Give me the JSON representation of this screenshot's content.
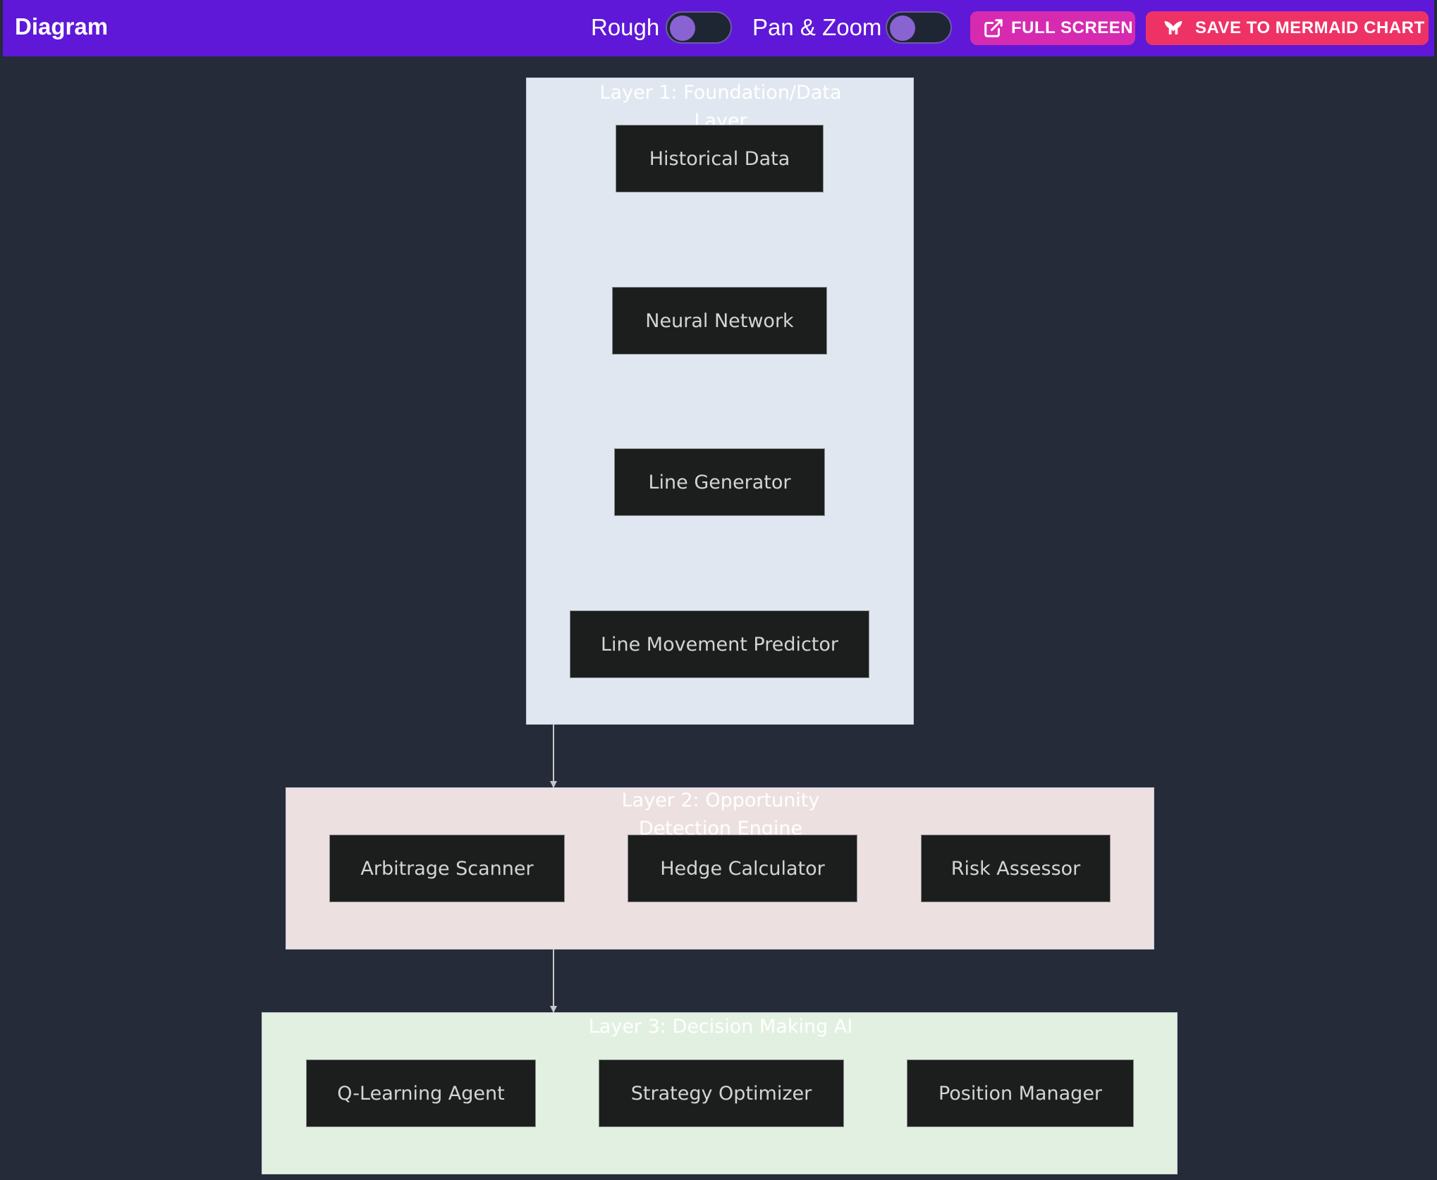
{
  "toolbar": {
    "title": "Diagram",
    "rough_label": "Rough",
    "rough_on": false,
    "panzoom_label": "Pan & Zoom",
    "panzoom_on": false,
    "fullscreen_label": "FULL SCREEN",
    "fullscreen_icon": "external-link-icon",
    "save_label": "SAVE TO MERMAID CHART",
    "save_icon": "mermaid-logo-icon",
    "bg_color": "#5f18d8",
    "fullscreen_color": "#d62bb0",
    "save_color": "#ee3266"
  },
  "diagram": {
    "background": "#252b38",
    "node_fill": "#1c1e1e",
    "node_text_color": "#d4d4d4",
    "edge_color": "#c8c8c8",
    "layers": [
      {
        "title": "Layer 1: Foundation/Data Layer",
        "fill": "#e1e7f1",
        "nodes": [
          "Historical Data",
          "Neural Network",
          "Line Generator",
          "Line Movement Predictor"
        ]
      },
      {
        "title": "Layer 2: Opportunity Detection Engine",
        "fill": "#ede0e0",
        "nodes": [
          "Arbitrage Scanner",
          "Hedge Calculator",
          "Risk Assessor"
        ]
      },
      {
        "title": "Layer 3: Decision Making AI",
        "fill": "#e2f0e1",
        "nodes": [
          "Q-Learning Agent",
          "Strategy Optimizer",
          "Position Manager"
        ]
      }
    ]
  }
}
